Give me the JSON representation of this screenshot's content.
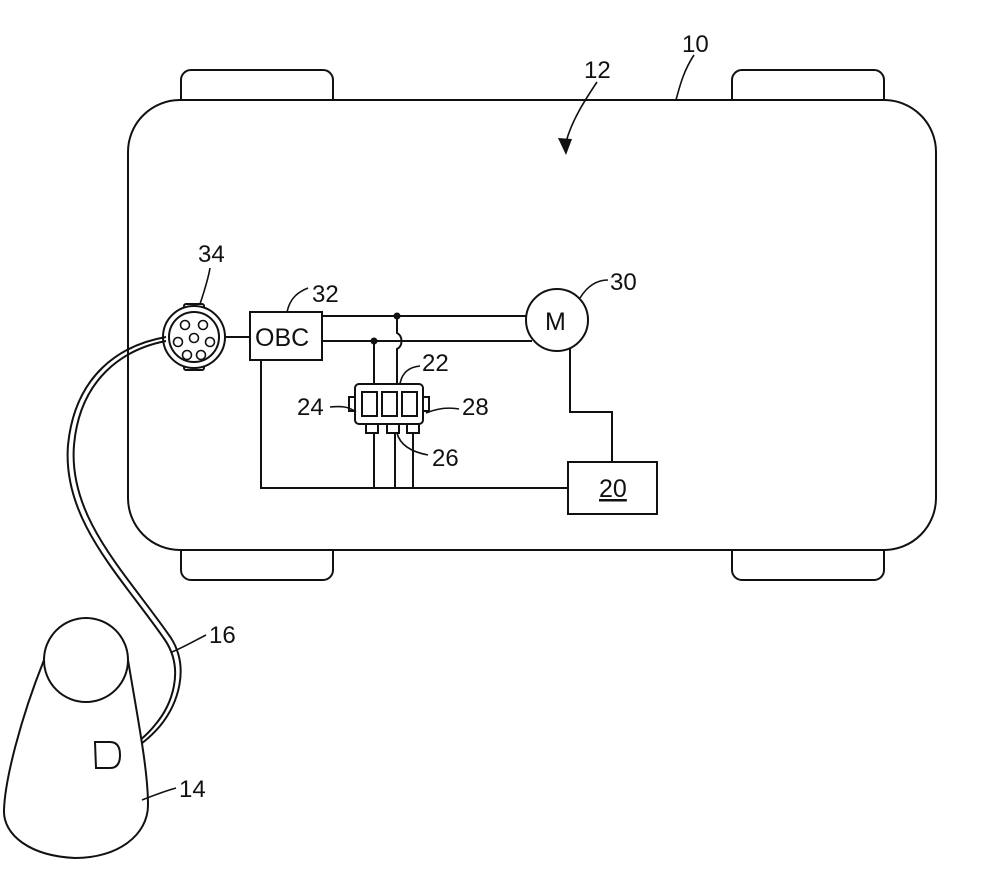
{
  "diagram": {
    "labels": {
      "vehicle": "10",
      "powertrain": "12",
      "charger_station": "14",
      "cable": "16",
      "controller": "20",
      "battery_pack": "22",
      "cell_a": "24",
      "cell_b": "26",
      "cell_c": "28",
      "motor": "30",
      "obc": "32",
      "charge_port": "34"
    },
    "components": {
      "obc_text": "OBC",
      "motor_text": "M",
      "controller_text": "20"
    }
  }
}
